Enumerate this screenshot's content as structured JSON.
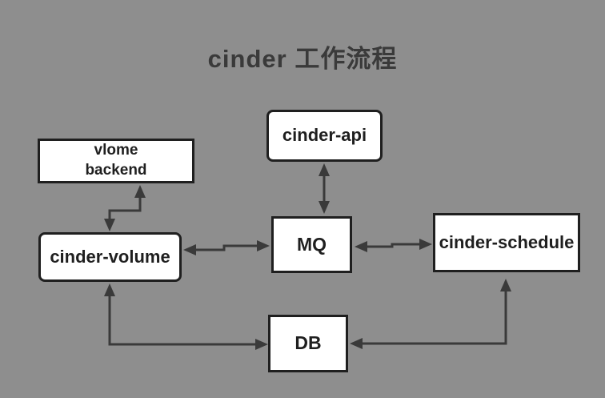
{
  "diagram": {
    "title": "cinder 工作流程",
    "nodes": {
      "vlome_backend": {
        "label": "vlome\nbackend"
      },
      "cinder_api": {
        "label": "cinder-api"
      },
      "cinder_volume": {
        "label": "cinder-volume"
      },
      "mq": {
        "label": "MQ"
      },
      "cinder_schedule": {
        "label": "cinder-schedule"
      },
      "db": {
        "label": "DB"
      }
    },
    "connectors": [
      {
        "from": "cinder-api",
        "to": "MQ",
        "direction": "bidirectional",
        "shape": "straight-vertical"
      },
      {
        "from": "vlome backend",
        "to": "cinder-volume",
        "direction": "bidirectional",
        "shape": "step"
      },
      {
        "from": "cinder-volume",
        "to": "MQ",
        "direction": "bidirectional",
        "shape": "horizontal-jog"
      },
      {
        "from": "MQ",
        "to": "cinder-schedule",
        "direction": "bidirectional",
        "shape": "horizontal-jog"
      },
      {
        "from": "DB",
        "to": "cinder-volume",
        "direction": "bidirectional",
        "shape": "elbow"
      },
      {
        "from": "cinder-schedule",
        "to": "DB",
        "direction": "bidirectional",
        "shape": "elbow"
      }
    ]
  },
  "colors": {
    "bg": "#8e8e8e",
    "node-fill": "#ffffff",
    "node-border": "#1f1f1f",
    "line": "#3a3a3a",
    "text": "#1f1f1f",
    "title-color": "#3a3a3a"
  }
}
